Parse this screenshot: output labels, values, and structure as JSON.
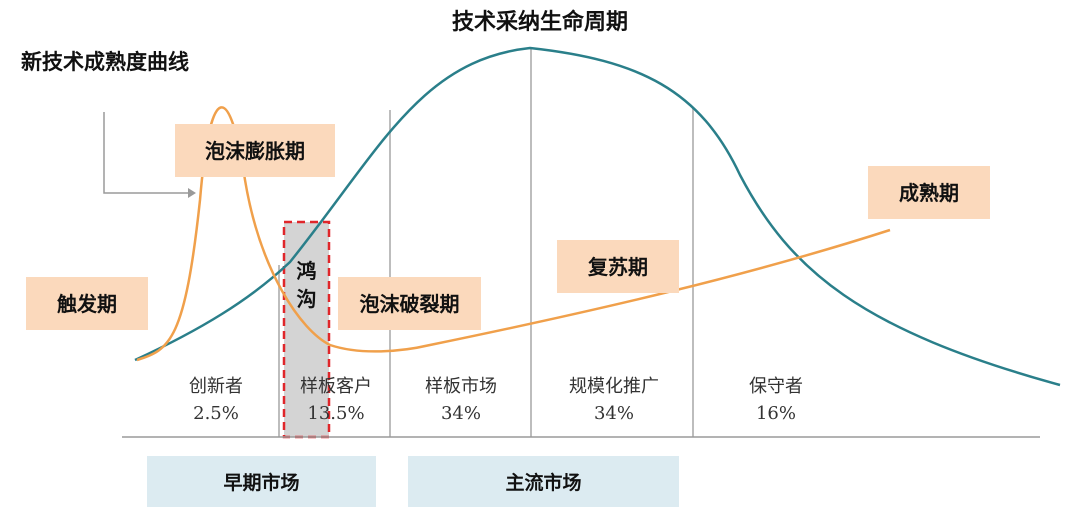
{
  "title": "技术采纳生命周期",
  "hype_title": "新技术成熟度曲线",
  "phases": [
    {
      "id": "trigger",
      "label": "触发期"
    },
    {
      "id": "bubble",
      "label": "泡沫膨胀期"
    },
    {
      "id": "burst",
      "label": "泡沫破裂期"
    },
    {
      "id": "recovery",
      "label": "复苏期"
    },
    {
      "id": "mature",
      "label": "成熟期"
    }
  ],
  "chasm": {
    "label_line1": "鸿",
    "label_line2": "沟"
  },
  "segments": [
    {
      "label": "创新者",
      "percent": "2.5%"
    },
    {
      "label": "样板客户",
      "percent": "13.5%"
    },
    {
      "label": "样板市场",
      "percent": "34%"
    },
    {
      "label": "规模化推广",
      "percent": "34%"
    },
    {
      "label": "保守者",
      "percent": "16%"
    }
  ],
  "markets": [
    {
      "label": "早期市场"
    },
    {
      "label": "主流市场"
    }
  ],
  "colors": {
    "adoption_curve": "#2a7f8a",
    "hype_curve": "#f0a04b",
    "phase_box": "#fbd9bc",
    "market_box": "#dcebf1",
    "chasm_fill": "#d4d4d4",
    "chasm_border": "#e0262a",
    "divider": "#bdbdbd",
    "baseline": "#9a9a9a",
    "arrow": "#9a9a9a"
  }
}
